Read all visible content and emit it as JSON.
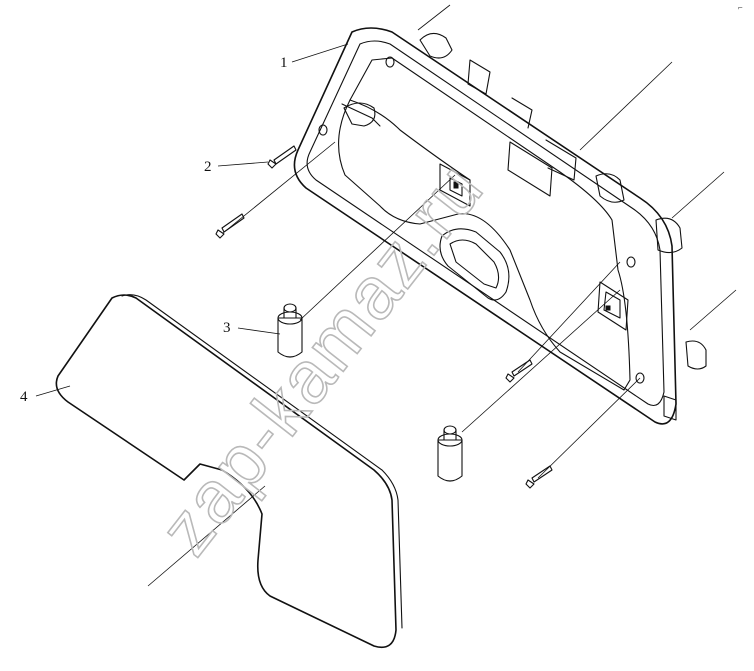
{
  "diagram": {
    "callouts": [
      {
        "id": "1",
        "label": "1"
      },
      {
        "id": "2",
        "label": "2"
      },
      {
        "id": "3",
        "label": "3"
      },
      {
        "id": "4",
        "label": "4"
      }
    ]
  },
  "watermark": {
    "text": "zap-kamaz.ru"
  },
  "corner_mark": {
    "text": "⌐"
  },
  "colors": {
    "line": "#111111",
    "watermark": "#b9b9b9",
    "background": "#ffffff"
  }
}
